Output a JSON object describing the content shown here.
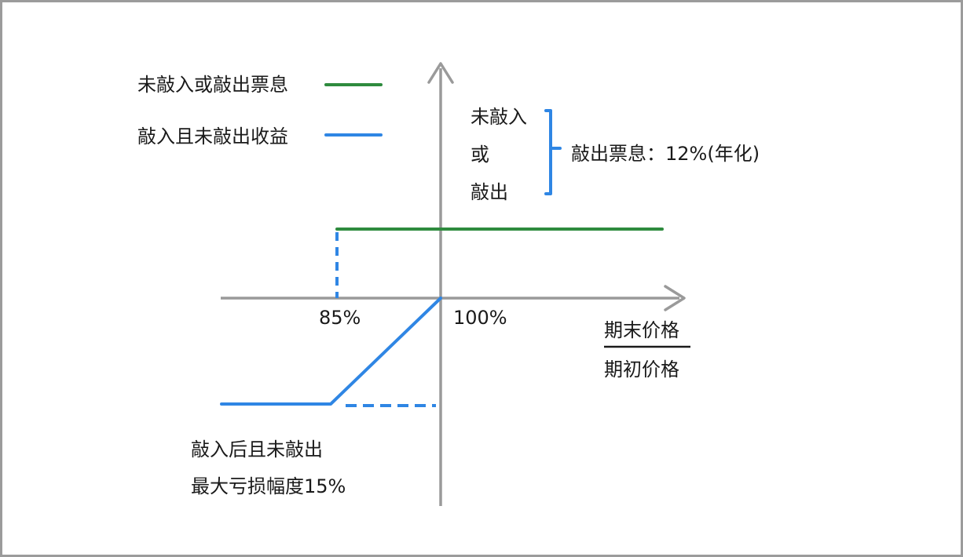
{
  "legend": [
    {
      "label": "未敲入或敲出票息",
      "color": "#2e8b3e"
    },
    {
      "label": "敲入且未敲出收益",
      "color": "#2f86e4"
    }
  ],
  "annotation": {
    "bracket_lines": [
      "未敲入",
      "或",
      "敲出"
    ],
    "coupon_label": "敲出票息：12%(年化)"
  },
  "axis": {
    "tick_85": "85%",
    "tick_100": "100%",
    "x_label_numerator": "期末价格",
    "x_label_denominator": "期初价格"
  },
  "loss_note": {
    "line1": "敲入后且未敲出",
    "line2": "最大亏损幅度15%"
  },
  "colors": {
    "axis": "#9a9a9a",
    "green": "#2e8b3e",
    "blue": "#2f86e4"
  }
}
